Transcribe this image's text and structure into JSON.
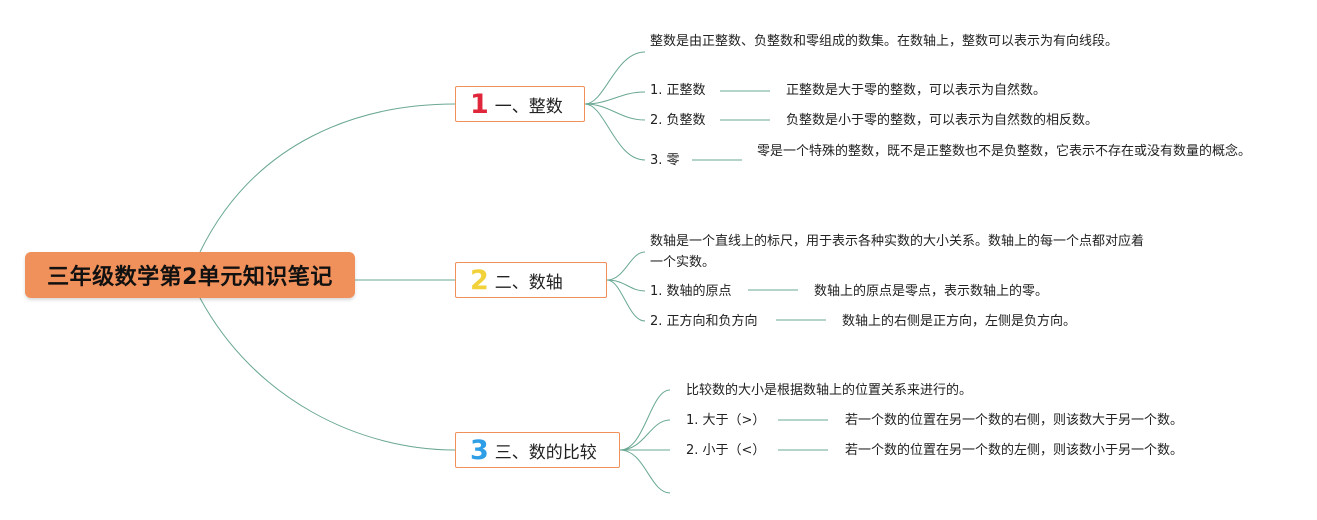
{
  "root": {
    "title": "三年级数学第2单元知识笔记"
  },
  "colors": {
    "root_fill": "#f0905a",
    "branch_border": "#f0905a",
    "connector": "#6aa893",
    "num1": "#e0263a",
    "num2": "#f2d23a",
    "num3": "#2e9ee6"
  },
  "branches": [
    {
      "number": "1",
      "title": "一、整数",
      "intro": "整数是由正整数、负整数和零组成的数集。在数轴上，整数可以表示为有向线段。",
      "items": [
        {
          "label": "1. 正整数",
          "desc": "正整数是大于零的整数，可以表示为自然数。"
        },
        {
          "label": "2. 负整数",
          "desc": "负整数是小于零的整数，可以表示为自然数的相反数。"
        },
        {
          "label": "3. 零",
          "desc": "零是一个特殊的整数，既不是正整数也不是负整数，它表示不存在或没有数量的概念。"
        }
      ]
    },
    {
      "number": "2",
      "title": "二、数轴",
      "intro": "数轴是一个直线上的标尺，用于表示各种实数的大小关系。数轴上的每一个点都对应着一个实数。",
      "items": [
        {
          "label": "1. 数轴的原点",
          "desc": "数轴上的原点是零点，表示数轴上的零。"
        },
        {
          "label": "2. 正方向和负方向",
          "desc": "数轴上的右侧是正方向，左侧是负方向。"
        }
      ]
    },
    {
      "number": "3",
      "title": "三、数的比较",
      "intro": "比较数的大小是根据数轴上的位置关系来进行的。",
      "items": [
        {
          "label": "1. 大于（>）",
          "desc": "若一个数的位置在另一个数的右侧，则该数大于另一个数。"
        },
        {
          "label": "2. 小于（<）",
          "desc": "若一个数的位置在另一个数的左侧，则该数小于另一个数。"
        }
      ]
    }
  ]
}
